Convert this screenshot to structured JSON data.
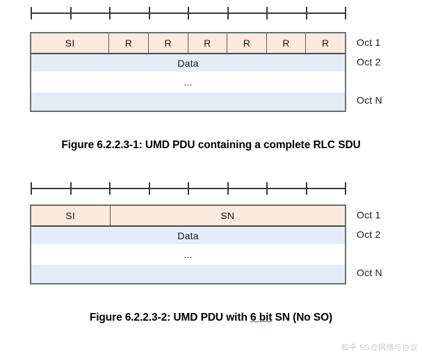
{
  "page": {
    "background": "#ffffff",
    "header_fill": "#fbe9dd",
    "data_fill": "#e4ecf7",
    "border_color": "#6b6f72",
    "underline_color": "#3a6ea5"
  },
  "figures": [
    {
      "id": "figure-1",
      "ruler": {
        "name": "bit-ruler",
        "tick_count": 9,
        "divisions": 8
      },
      "table": {
        "name": "umd-pdu-table-complete-sdu",
        "header_cells": [
          {
            "label": "SI",
            "bits": 2
          },
          {
            "label": "R",
            "bits": 1
          },
          {
            "label": "R",
            "bits": 1
          },
          {
            "label": "R",
            "bits": 1
          },
          {
            "label": "R",
            "bits": 1
          },
          {
            "label": "R",
            "bits": 1
          },
          {
            "label": "R",
            "bits": 1
          }
        ],
        "body_rows": [
          {
            "label": "Data",
            "style": "data"
          },
          {
            "label": "...",
            "style": "ellipsis"
          },
          {
            "label": "",
            "style": "last"
          }
        ]
      },
      "octet_labels": [
        "Oct 1",
        "Oct 2",
        "Oct N"
      ],
      "caption": {
        "prefix": "Figure 6.2.2.3-1: UMD PDU containing a complete RLC SDU",
        "emphasis": "",
        "suffix": ""
      }
    },
    {
      "id": "figure-2",
      "ruler": {
        "name": "bit-ruler",
        "tick_count": 9,
        "divisions": 8
      },
      "table": {
        "name": "umd-pdu-table-6bit-sn",
        "header_cells": [
          {
            "label": "SI",
            "bits": 2
          },
          {
            "label": "SN",
            "bits": 6
          }
        ],
        "body_rows": [
          {
            "label": "Data",
            "style": "data"
          },
          {
            "label": "...",
            "style": "ellipsis"
          },
          {
            "label": "",
            "style": "last"
          }
        ]
      },
      "octet_labels": [
        "Oct 1",
        "Oct 2",
        "Oct N"
      ],
      "caption": {
        "prefix": "Figure 6.2.2.3-2: UMD PDU with ",
        "emphasis": "6 bit",
        "suffix": " SN (No SO)"
      }
    }
  ],
  "watermark": {
    "text": "知乎 5G@网络与协议"
  }
}
